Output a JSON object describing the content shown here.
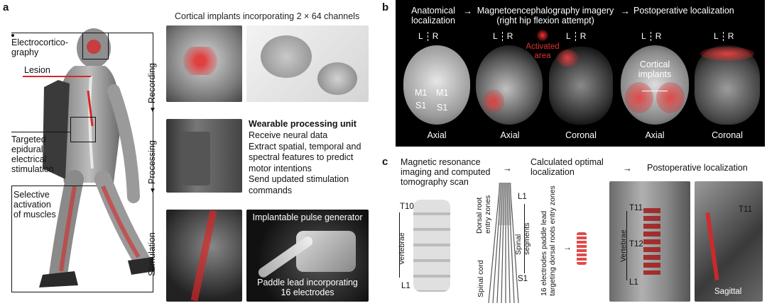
{
  "panel_a": {
    "letter": "a",
    "electrocorticography": "Electrocortico-\ngraphy",
    "lesion": "Lesion",
    "targeted": "Targeted\nepidural\nelectrical\nstimulation",
    "selective": "Selective\nactivation\nof muscles",
    "recording": "Recording",
    "processing": "Processing",
    "stimulation": "Stimulation",
    "implants_title": "Cortical implants incorporating 2 × 64 channels",
    "wpu_title": "Wearable processing unit",
    "wpu_lines": [
      "Receive neural data",
      "Extract spatial, temporal and",
      "spectral features to predict",
      "motor intentions",
      "Send updated stimulation",
      "commands"
    ],
    "ipg_title": "Implantable pulse generator",
    "paddle_label": "Paddle lead incorporating\n16 electrodes"
  },
  "panel_b": {
    "letter": "b",
    "anatomical": "Anatomical\nlocalization",
    "meg": "Magnetoencephalography imagery\n(right hip flexion attempt)",
    "postop": "Postoperative localization",
    "L": "L",
    "R": "R",
    "activated": "Activated\narea",
    "m1": "M1",
    "s1": "S1",
    "cortical_implants": "Cortical\nimplants",
    "axial": "Axial",
    "coronal": "Coronal"
  },
  "panel_c": {
    "letter": "c",
    "mri": "Magnetic resonance\nimaging and computed\ntomography scan",
    "calc": "Calculated optimal\nlocalization",
    "postop": "Postoperative localization",
    "t10": "T10",
    "l1": "L1",
    "vertebrae": "Vertebrae",
    "dorsal": "Dorsal root\nentry zones",
    "spinal_cord": "Spinal cord",
    "spinal_segments": "Spinal\nsegments",
    "s1": "S1",
    "lead_label": "16 electrodes paddle lead\ntargeting dorsal roots entry zones",
    "t11": "T11",
    "t12": "T12",
    "sagittal": "Sagittal"
  },
  "colors": {
    "accent_red": "#d62828",
    "black_panel": "#000000"
  }
}
